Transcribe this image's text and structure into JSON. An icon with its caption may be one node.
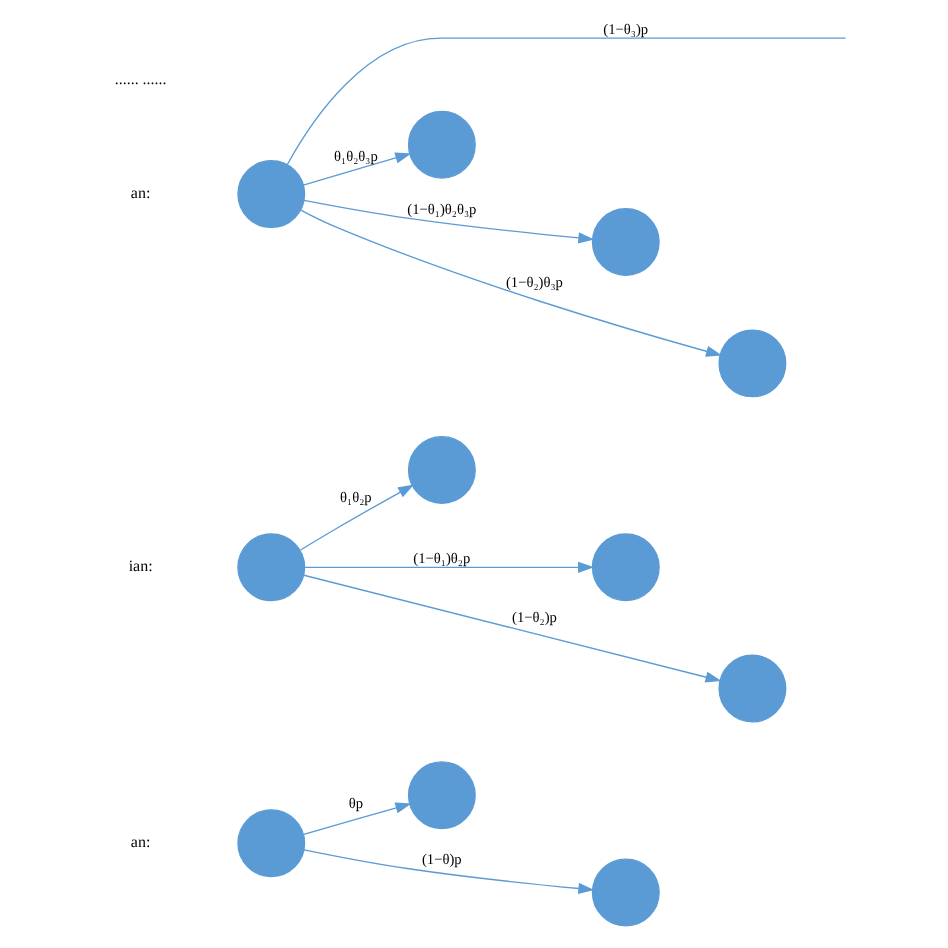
{
  "diagram": {
    "nodes": [
      {
        "text": [],
        "shape": "circle"
      },
      {
        "text": [],
        "shape": "circle"
      },
      {
        "text": [],
        "shape": "circle"
      },
      {
        "text": [],
        "shape": "circle"
      },
      {
        "text": [],
        "shape": "circle"
      },
      {
        "text": [],
        "shape": "circle"
      },
      {
        "text": [],
        "shape": "circle"
      },
      {
        "text": [],
        "shape": "circle"
      },
      {
        "text": [],
        "shape": "circle"
      },
      {
        "text": [],
        "shape": "circle"
      },
      {
        "text": [],
        "shape": "circle"
      }
    ],
    "edges": [
      {
        "from": 0,
        "to": 1,
        "arrow": "to",
        "label": "θp"
      },
      {
        "from": 0,
        "to": 2,
        "arrow": "to",
        "label": "(1−θ)p"
      },
      {
        "from": 3,
        "to": 4,
        "arrow": "to",
        "label": "θ₁θ₂p"
      },
      {
        "from": 3,
        "to": 5,
        "arrow": "to",
        "label": "(1−θ₁)θ₂p"
      },
      {
        "from": 3,
        "to": 6,
        "arrow": "to",
        "label": "(1−θ₂)p"
      },
      {
        "from": 7,
        "to": 8,
        "arrow": "to",
        "label": "θ₁θ₂θ₃p"
      },
      {
        "from": 7,
        "to": 9,
        "arrow": "to",
        "label": "(1−θ₁)θ₂θ₃p"
      },
      {
        "from": 7,
        "to": 10,
        "arrow": "to",
        "label": "(1−θ₂)θ₃p"
      },
      {
        "from": 7,
        "to": null,
        "arrow": "none",
        "label": "(1−θ₃)p"
      }
    ],
    "labels": [
      "an:",
      "ian:",
      "an:",
      "...... ......"
    ]
  }
}
